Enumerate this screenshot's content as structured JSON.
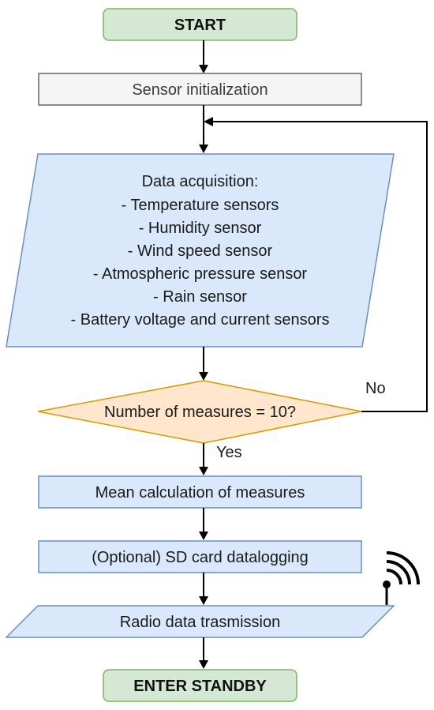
{
  "nodes": {
    "start": {
      "label": "START"
    },
    "init": {
      "label": "Sensor initialization"
    },
    "acquisition": {
      "lines": [
        "Data acquisition:",
        "- Temperature sensors",
        "- Humidity sensor",
        "- Wind speed sensor",
        "- Atmospheric pressure sensor",
        "- Rain sensor",
        "- Battery voltage and current sensors"
      ]
    },
    "decision": {
      "label": "Number of measures = 10?"
    },
    "mean": {
      "label": "Mean calculation of measures"
    },
    "sdcard": {
      "label": "(Optional) SD card datalogging"
    },
    "radio": {
      "label": "Radio data trasmission"
    },
    "standby": {
      "label": "ENTER STANDBY"
    }
  },
  "edges": {
    "no_label": "No",
    "yes_label": "Yes"
  },
  "icons": {
    "antenna": "antenna-signal-icon"
  },
  "colors": {
    "terminal_fill": "#d5e8d4",
    "terminal_stroke": "#82b366",
    "init_fill": "#f5f5f5",
    "init_stroke": "#666666",
    "process_fill": "#dae8fc",
    "process_stroke": "#6c8ebf",
    "decision_fill": "#ffe6cc",
    "decision_stroke": "#d79b00"
  }
}
